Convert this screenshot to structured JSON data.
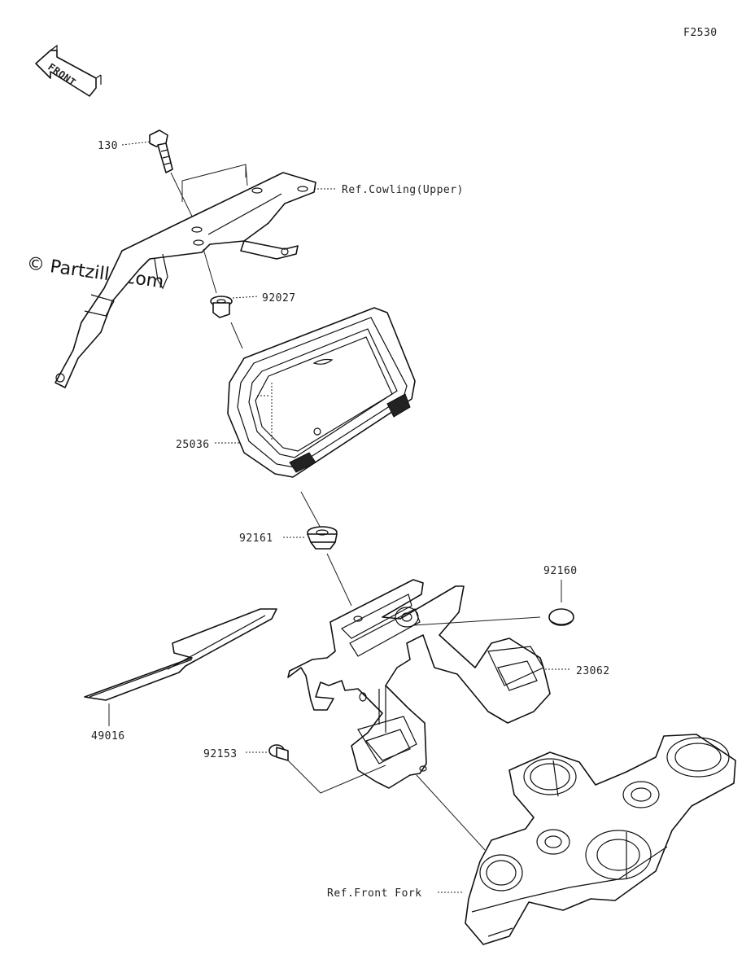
{
  "figure_code": "F2530",
  "front_arrow_label": "FRONT",
  "watermark": "© Partzilla.com",
  "callouts": [
    {
      "id": "130",
      "label": "130"
    },
    {
      "id": "ref-cowling",
      "label": "Ref.Cowling(Upper)"
    },
    {
      "id": "92027",
      "label": "92027"
    },
    {
      "id": "25036",
      "label": "25036"
    },
    {
      "id": "92161",
      "label": "92161"
    },
    {
      "id": "92160",
      "label": "92160"
    },
    {
      "id": "23062",
      "label": "23062"
    },
    {
      "id": "49016",
      "label": "49016"
    },
    {
      "id": "92153",
      "label": "92153"
    },
    {
      "id": "ref-front-fork",
      "label": "Ref.Front Fork"
    }
  ]
}
